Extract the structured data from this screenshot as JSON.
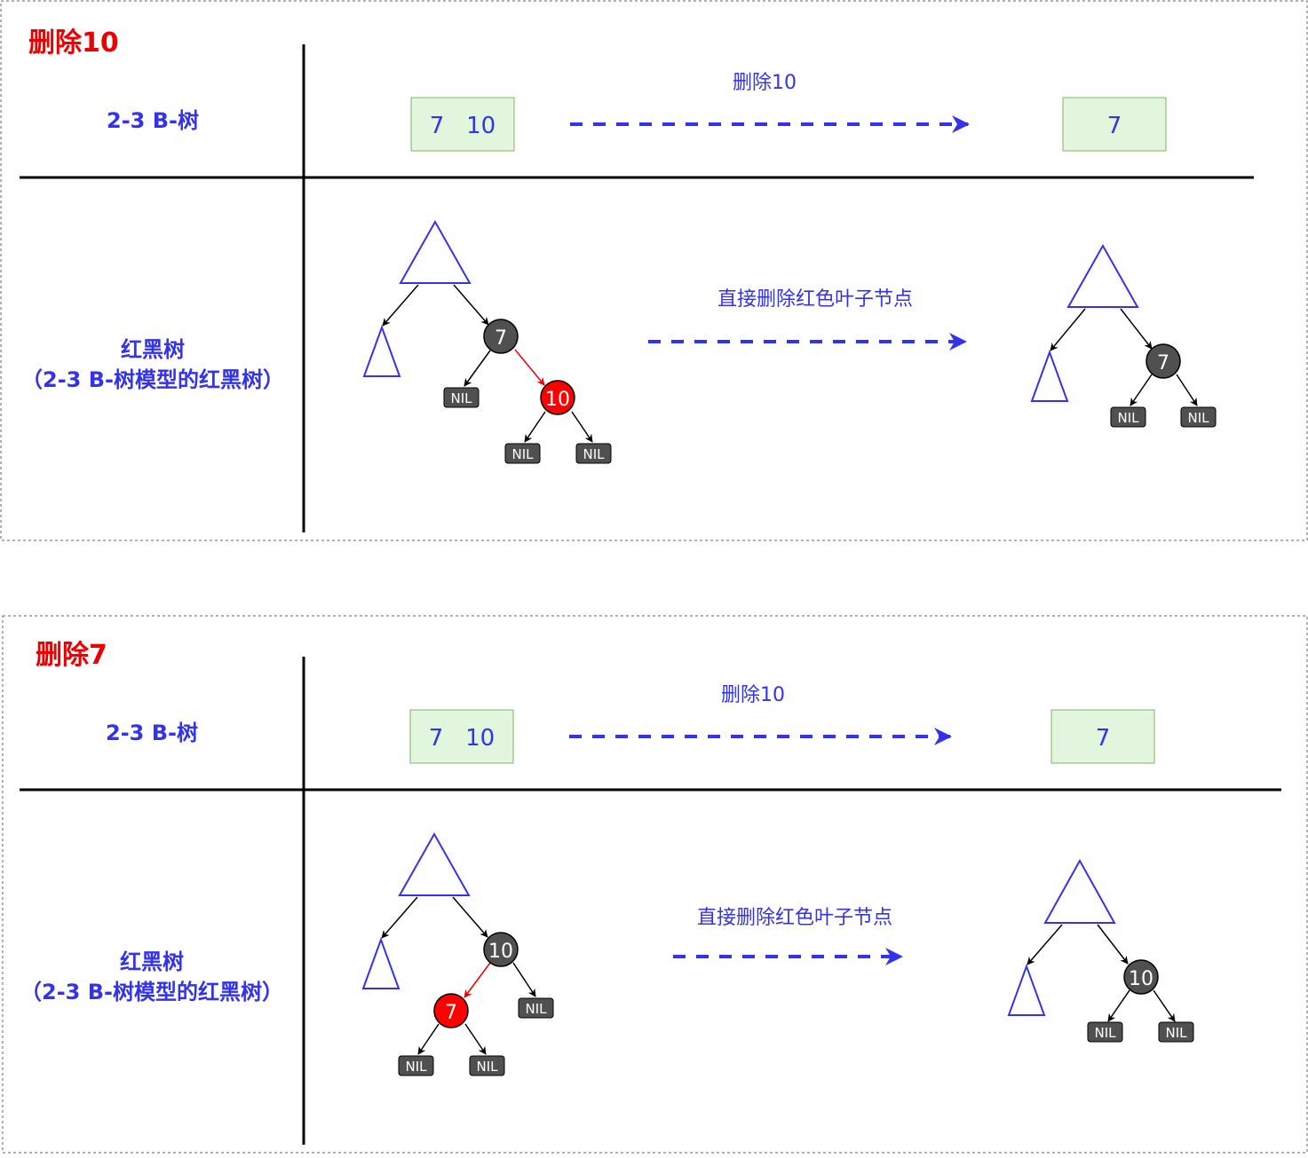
{
  "colors": {
    "blue_text": "#3333ee",
    "red_title": "#ee0000",
    "black_node": "#505050",
    "red_node": "#ff0000",
    "green_box_fill": "#e2f5dd",
    "green_box_stroke": "#82b366",
    "triangle_stroke": "#3333ee"
  },
  "sections": [
    {
      "title": "删除10",
      "btree_label": "2-3 B-树",
      "rbtree_label_line1": "红黑树",
      "rbtree_label_line2": "（2-3 B-树模型的红黑树）",
      "btree_before": "7   10",
      "btree_after": "7",
      "btree_op_label": "删除10",
      "rbtree_op_label": "直接删除红色叶子节点",
      "before_tree": {
        "parent": "7",
        "red_child": "10",
        "nil": "NIL"
      },
      "after_tree": {
        "parent": "7",
        "nil": "NIL"
      }
    },
    {
      "title": "删除7",
      "btree_label": "2-3 B-树",
      "rbtree_label_line1": "红黑树",
      "rbtree_label_line2": "（2-3 B-树模型的红黑树）",
      "btree_before": "7   10",
      "btree_after": "7",
      "btree_op_label": "删除10",
      "rbtree_op_label": "直接删除红色叶子节点",
      "before_tree": {
        "parent": "10",
        "red_child": "7",
        "nil": "NIL"
      },
      "after_tree": {
        "parent": "10",
        "nil": "NIL"
      }
    }
  ]
}
